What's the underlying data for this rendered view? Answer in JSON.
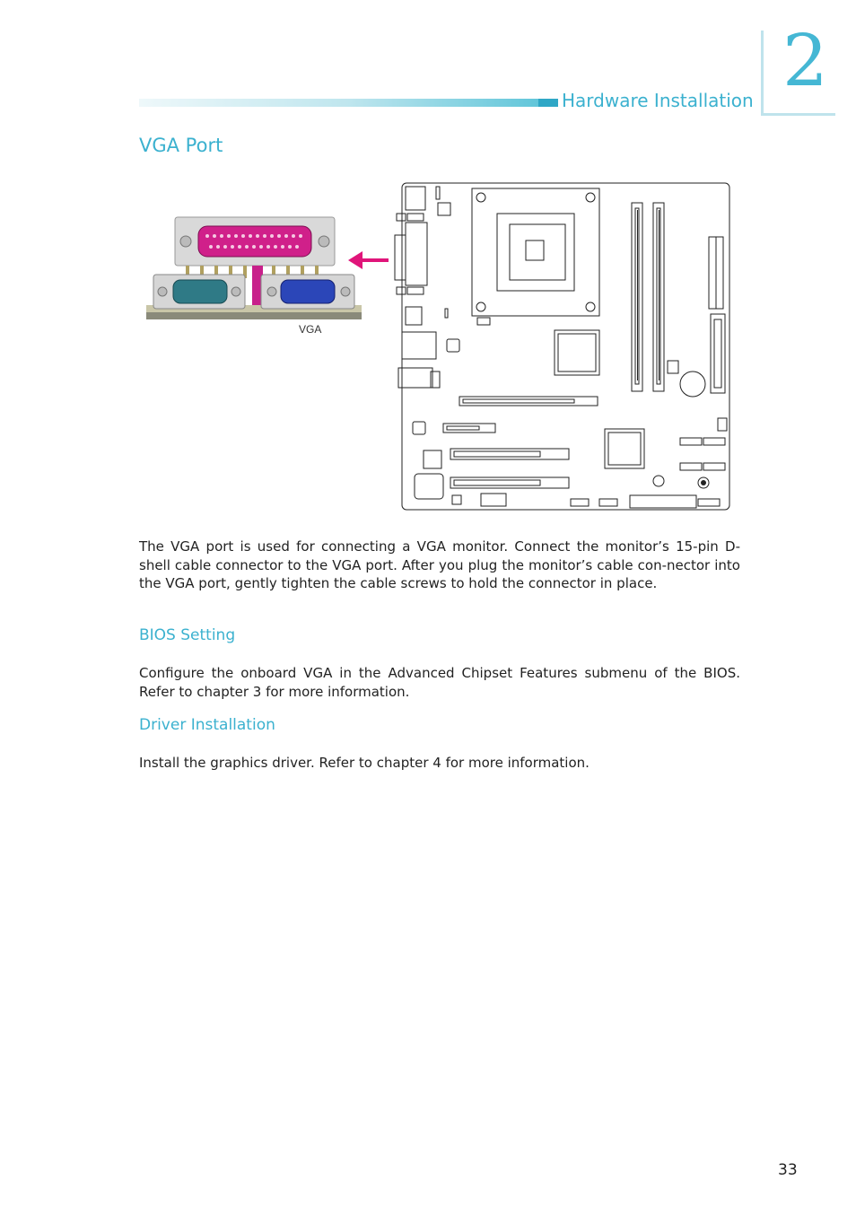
{
  "header": {
    "title": "Hardware Installation",
    "chapter_number": "2"
  },
  "section": {
    "title": "VGA Port"
  },
  "figure": {
    "photo_label": "VGA",
    "arrow_color": "#e0157a"
  },
  "body": {
    "intro": "The VGA port is used for connecting a VGA monitor. Connect the monitor’s 15-pin D-shell cable connector to the VGA port. After you plug the monitor’s cable con-nector into the VGA port, gently tighten the cable screws to hold the connector in place.",
    "bios_heading": "BIOS Setting",
    "bios_text": "Configure the onboard VGA in the Advanced Chipset Features submenu of the BIOS. Refer to chapter 3 for more information.",
    "driver_heading": "Driver Installation",
    "driver_text": "Install the graphics driver. Refer to chapter 4 for more information."
  },
  "footer": {
    "page_number": "33"
  },
  "colors": {
    "accent": "#3bb1cf",
    "text": "#222222"
  }
}
